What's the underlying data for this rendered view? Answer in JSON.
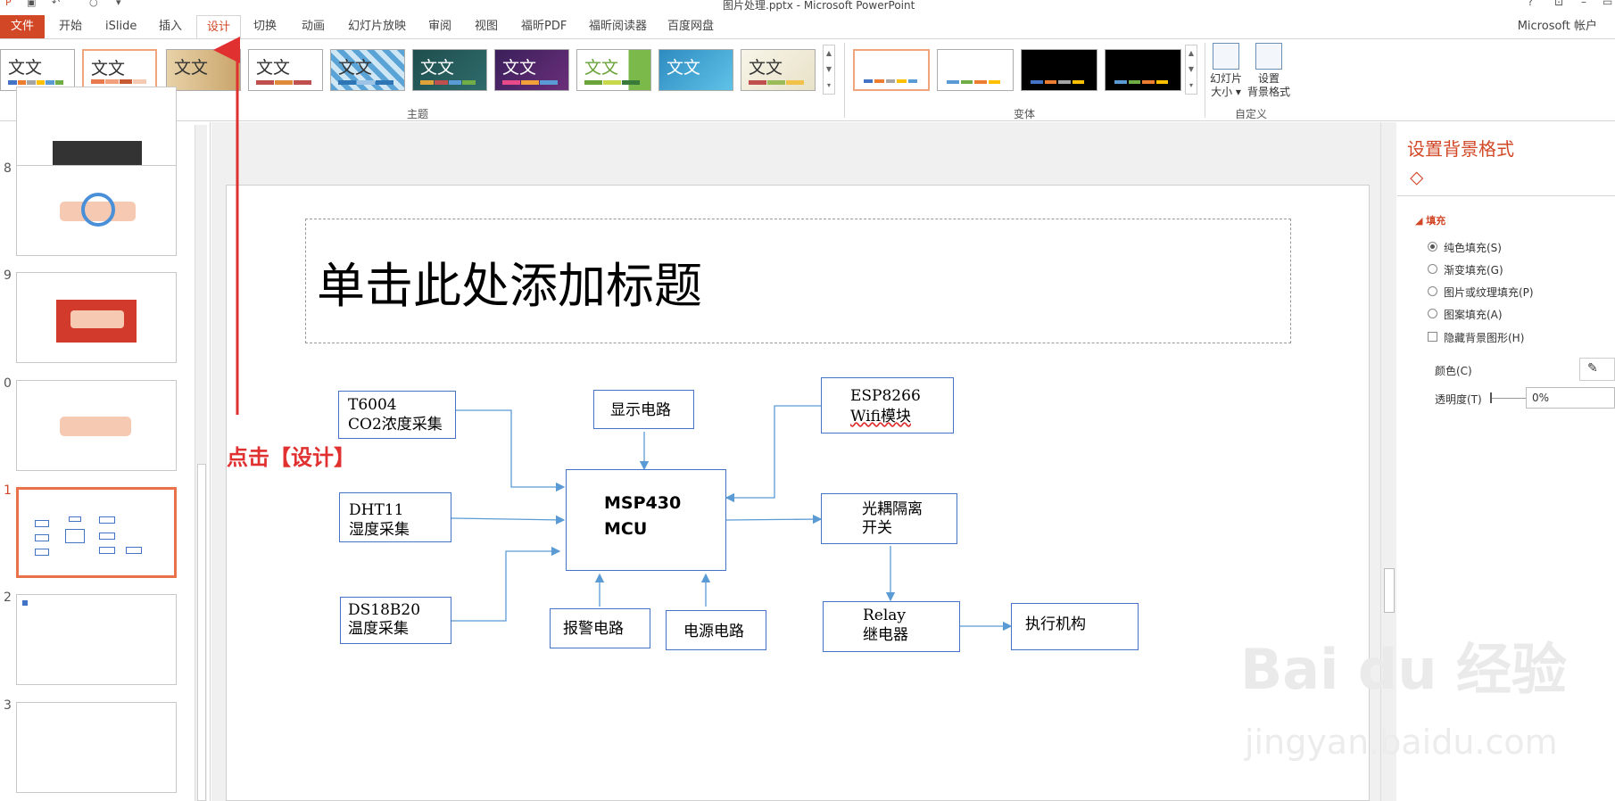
{
  "window": {
    "title": "图片处理.pptx - Microsoft PowerPoint",
    "account": "Microsoft 帐户"
  },
  "tabs": [
    "文件",
    "开始",
    "iSlide",
    "插入",
    "设计",
    "切换",
    "动画",
    "幻灯片放映",
    "审阅",
    "视图",
    "福昕PDF",
    "福昕阅读器",
    "百度网盘"
  ],
  "ribbon": {
    "theme_sample": "文文",
    "group_themes": "主题",
    "group_variants": "变体",
    "group_custom": "自定义",
    "slide_size_line1": "幻灯片",
    "slide_size_line2": "大小",
    "format_bg_line1": "设置",
    "format_bg_line2": "背景格式"
  },
  "thumbnails": {
    "numbers": [
      "8",
      "9",
      "0",
      "1",
      "2",
      "3"
    ]
  },
  "slide": {
    "title_placeholder": "单击此处添加标题",
    "blocks": {
      "t6004_1": "T6004",
      "t6004_2": "CO2浓度采集",
      "display": "显示电路",
      "esp_1": "ESP8266",
      "esp_2": "Wifi模块",
      "dht_1": "DHT11",
      "dht_2": "湿度采集",
      "mcu_1": "MSP430",
      "mcu_2": "MCU",
      "opto_1": "光耦隔离",
      "opto_2": "开关",
      "ds_1": "DS18B20",
      "ds_2": "温度采集",
      "alarm": "报警电路",
      "power": "电源电路",
      "relay_1": "Relay",
      "relay_2": "继电器",
      "actuator": "执行机构"
    }
  },
  "annotation": {
    "text": "点击【设计】"
  },
  "format_pane": {
    "title": "设置背景格式",
    "section": "填充",
    "options": [
      "纯色填充(S)",
      "渐变填充(G)",
      "图片或纹理填充(P)",
      "图案填充(A)"
    ],
    "hide_bg": "隐藏背景图形(H)",
    "color_label": "颜色(C)",
    "transparency_label": "透明度(T)",
    "transparency_value": "0%"
  },
  "watermark": {
    "brand": "Bai du 经验",
    "url": "jingyan.baidu.com"
  }
}
